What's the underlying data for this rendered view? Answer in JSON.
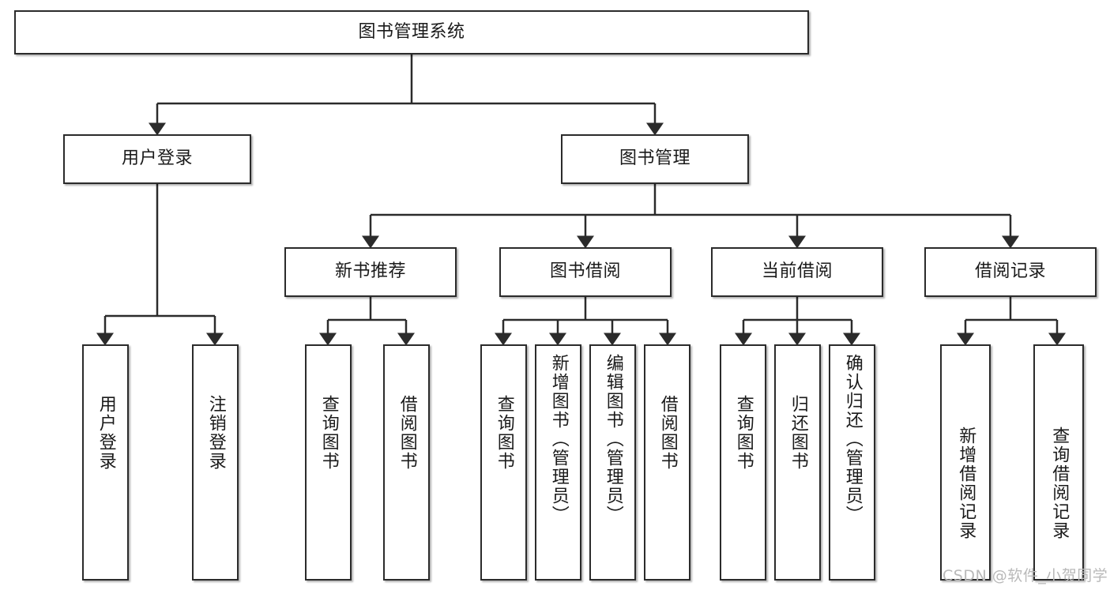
{
  "diagram": {
    "title": "图书管理系统",
    "type": "tree-hierarchy-diagram",
    "root": {
      "id": "root",
      "label": "图书管理系统"
    },
    "level1": [
      {
        "id": "user-login",
        "label": "用户登录"
      },
      {
        "id": "book-management",
        "label": "图书管理"
      }
    ],
    "level2": [
      {
        "id": "new-book-recommend",
        "label": "新书推荐",
        "parent": "book-management"
      },
      {
        "id": "book-borrow",
        "label": "图书借阅",
        "parent": "book-management"
      },
      {
        "id": "current-borrow",
        "label": "当前借阅",
        "parent": "book-management"
      },
      {
        "id": "borrow-record",
        "label": "借阅记录",
        "parent": "book-management"
      }
    ],
    "leaves": {
      "user_login": [
        {
          "id": "leaf-user-login",
          "label": "用户登录"
        },
        {
          "id": "leaf-logout-login",
          "label": "注销登录"
        }
      ],
      "new_book_recommend": [
        {
          "id": "leaf-query-book-1",
          "label": "查询图书"
        },
        {
          "id": "leaf-borrow-book-1",
          "label": "借阅图书"
        }
      ],
      "book_borrow": [
        {
          "id": "leaf-query-book-2",
          "label": "查询图书"
        },
        {
          "id": "leaf-add-book",
          "label": "新增图书（管理员）"
        },
        {
          "id": "leaf-edit-book",
          "label": "编辑图书（管理员）"
        },
        {
          "id": "leaf-borrow-book-2",
          "label": "借阅图书"
        }
      ],
      "current_borrow": [
        {
          "id": "leaf-query-book-3",
          "label": "查询图书"
        },
        {
          "id": "leaf-return-book",
          "label": "归还图书"
        },
        {
          "id": "leaf-confirm-return",
          "label": "确认归还（管理员）"
        }
      ],
      "borrow_record": [
        {
          "id": "leaf-add-record",
          "label": "新增借阅记录"
        },
        {
          "id": "leaf-query-record",
          "label": "查询借阅记录"
        }
      ]
    },
    "colors": {
      "border": "#2b2b2b",
      "text": "#1a1a1a",
      "background": "#ffffff",
      "watermark": "#b9b9b9"
    }
  },
  "watermark": {
    "text": "CSDN @软件_小贺同学"
  }
}
